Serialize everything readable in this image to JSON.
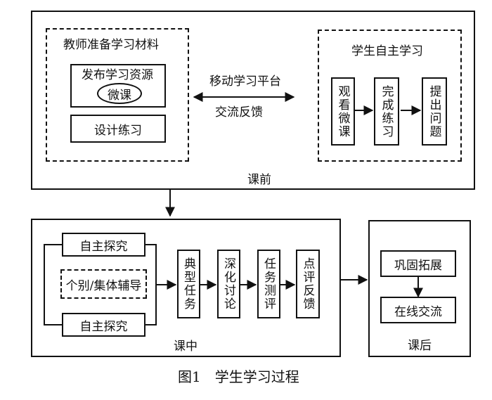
{
  "pre_class": {
    "section_label": "课前",
    "teacher": {
      "title": "教师准备学习材料",
      "publish_resources": "发布学习资源",
      "micro_lesson": "微课",
      "design_exercises": "设计练习"
    },
    "platform": {
      "top_label": "移动学习平台",
      "bottom_label": "交流反馈"
    },
    "student": {
      "title": "学生自主学习",
      "steps": [
        "观看微课",
        "完成练习",
        "提出问题"
      ]
    }
  },
  "in_class": {
    "section_label": "课中",
    "self_inquiry_top": "自主探究",
    "guidance": "个别/集体辅导",
    "self_inquiry_bottom": "自主探究",
    "steps": [
      "典型任务",
      "深化讨论",
      "任务测评",
      "点评反馈"
    ]
  },
  "post_class": {
    "section_label": "课后",
    "consolidate": "巩固拓展",
    "online_exchange": "在线交流"
  },
  "caption": "图1　学生学习过程"
}
